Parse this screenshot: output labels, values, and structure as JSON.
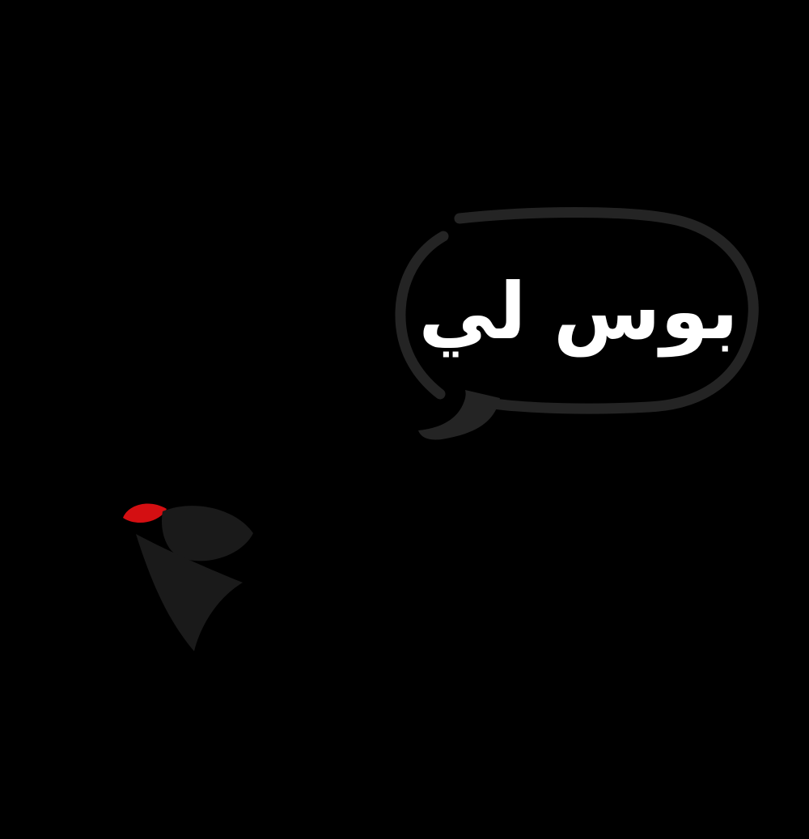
{
  "artwork": {
    "speech_bubble": {
      "text": "بوس لي"
    },
    "icons": [
      {
        "name": "speech-bubble-icon",
        "meaning": "rounded speech bubble outline with curled tail pointing down-left"
      },
      {
        "name": "lips-icon",
        "meaning": "lips blowing a kiss, red upper lip and dark lower lip"
      },
      {
        "name": "kiss-swoosh-icon",
        "meaning": "curved swoosh trailing down from the lips"
      }
    ],
    "colors": {
      "background": "#000000",
      "ink": "#242424",
      "lips_dark": "#1a1a1a",
      "lips_red": "#d40f12",
      "text": "#ffffff"
    }
  }
}
